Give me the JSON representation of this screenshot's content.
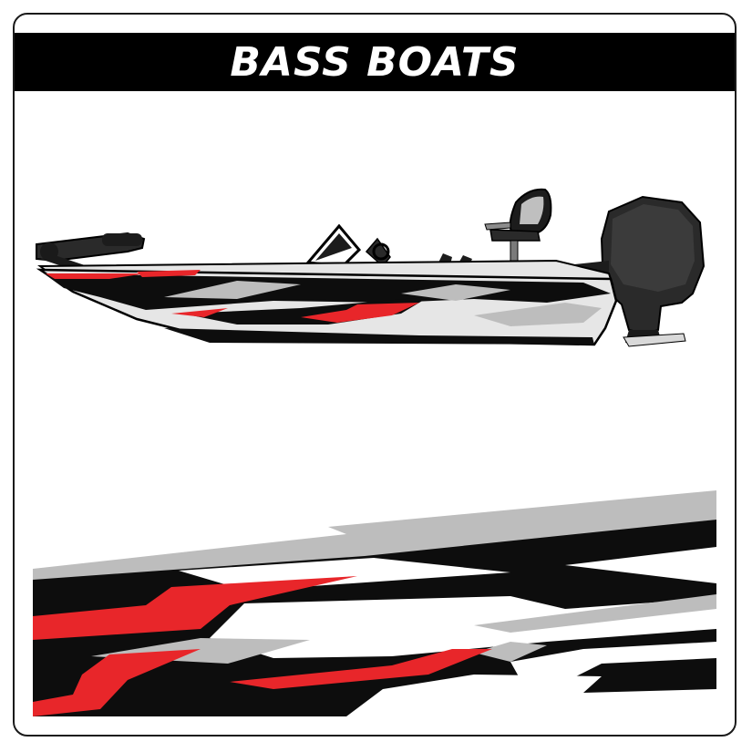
{
  "header": {
    "title": "BASS BOATS"
  },
  "colors": {
    "banner_bg": "#000000",
    "banner_text": "#ffffff",
    "accent_red": "#e8262a",
    "graphic_gray": "#bdbdbd",
    "graphic_black": "#0d0d0d",
    "hull_light": "#e6e6e6"
  },
  "graphics": {
    "boat_illustration": "bass-boat-side-view",
    "decal_pattern": "angular-stripe-wrap"
  }
}
